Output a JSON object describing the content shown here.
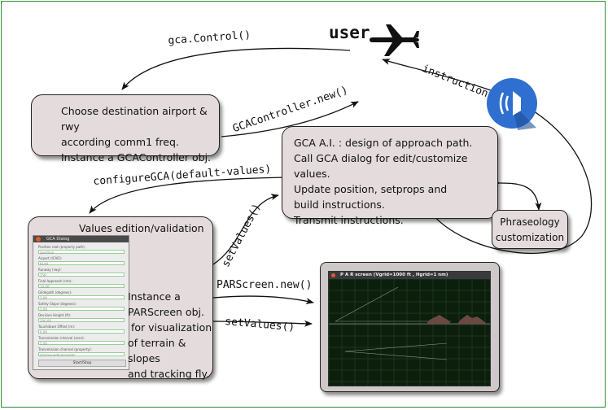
{
  "actor": {
    "label": "user"
  },
  "edges": {
    "gca_control": "gca.Control()",
    "instruction": "instruction",
    "controller_new": "GCAController.new()",
    "configure_gca": "configureGCA(default-values)",
    "set_values_up": "setValues()",
    "par_new": "PARScreen.new()",
    "set_values_right": "setValues()"
  },
  "nodes": {
    "choose_box": {
      "lines": [
        "Choose destination airport & rwy",
        "according comm1 freq.",
        "Instance a GCAController obj."
      ]
    },
    "gca_box": {
      "lines": [
        "GCA A.I. : design of approach path.",
        "Call GCA dialog for edit/customize values.",
        "Update position, setprops and",
        "build instructions.",
        "Transmit instructions."
      ]
    },
    "phraseology_box": {
      "lines": [
        "Phraseology",
        "customization"
      ]
    },
    "values_box": {
      "title": "Values edition/validation",
      "lines": [
        "Instance a",
        "PARScreen obj.",
        " for visualization",
        "of terrain & slopes",
        "and tracking fly."
      ]
    }
  },
  "gca_dialog": {
    "title": "GCA Dialog",
    "rows": [
      {
        "label": "Position root (property path):",
        "value": "/position"
      },
      {
        "label": "Airport (ICAO):",
        "value": "KLAX"
      },
      {
        "label": "Runway (rwy):",
        "value": "25R"
      },
      {
        "label": "Final Approach (nm):",
        "value": "10.00"
      },
      {
        "label": "Glidepath (degrees):",
        "value": "3.00"
      },
      {
        "label": "Safety Slope (degrees):",
        "value": "2.00"
      },
      {
        "label": "Decision Height (ft):",
        "value": "200.00"
      },
      {
        "label": "Touchdown Offset (m):",
        "value": "0.00"
      },
      {
        "label": "Transmission interval (secs):",
        "value": "5.00"
      },
      {
        "label": "Transmission channel (property):",
        "value": "/sim/sound/voices/atc"
      }
    ],
    "button": "Start/Stop"
  },
  "par_screen": {
    "title": "P A R screen  (Vgrid=1000 ft , Hgrid=1 nm)"
  },
  "colors": {
    "box_fill": "#e4dcdc",
    "frame": "#2e8b2e",
    "sound_badge": "#2f6fd0",
    "radar_bg": "#0c1f0c",
    "radar_grid": "#2a4a2a",
    "terrain": "#6a4a40"
  },
  "icons": [
    "airplane-icon",
    "sound-icon",
    "close-icon"
  ]
}
